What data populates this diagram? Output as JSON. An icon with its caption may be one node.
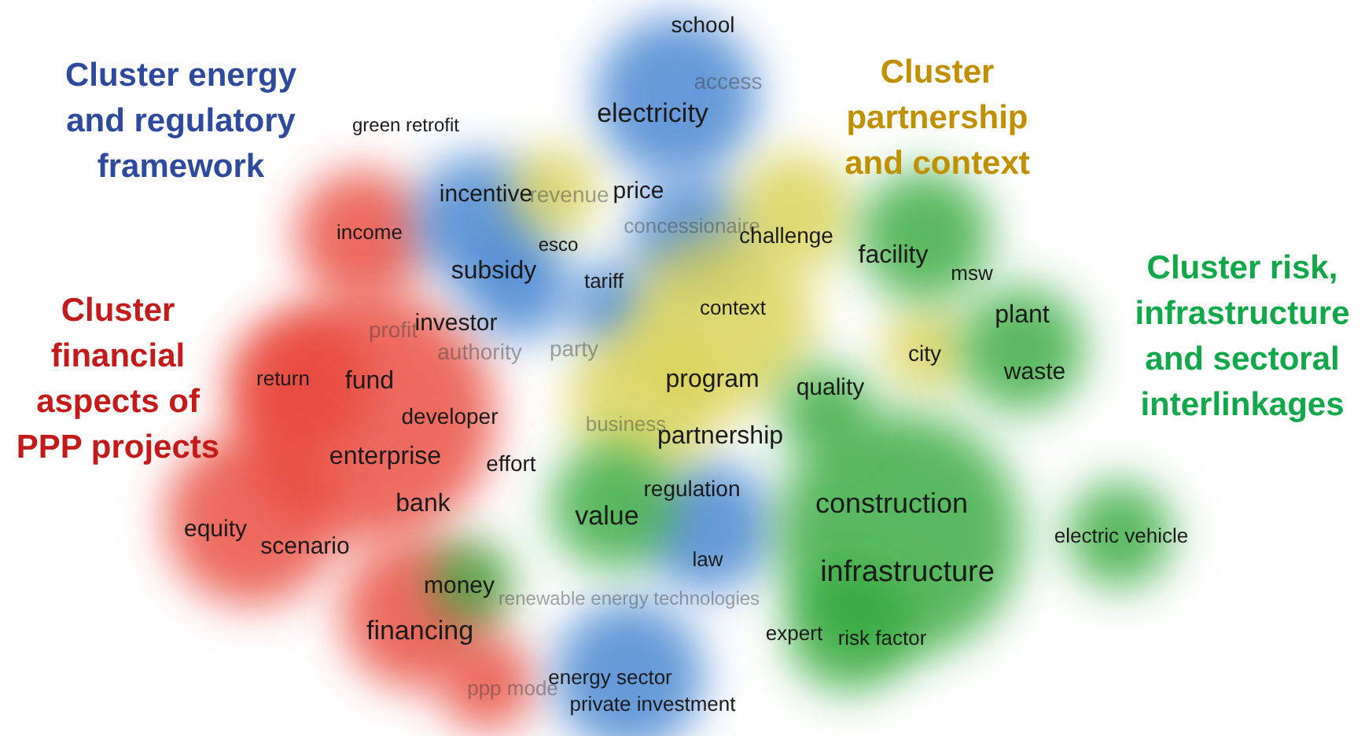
{
  "diagram": {
    "labels": [
      "Cluster energy and regulatory framework",
      "Cluster partnership and context",
      "school",
      "access",
      "electricity",
      "green retrofit",
      "Cluster financial aspects of PPP projects",
      "Cluster risk, infrastructure and sectoral interlinkages",
      "incentive",
      "revenue",
      "price",
      "income",
      "concessionaire",
      "challenge",
      "facility",
      "msw",
      "esco",
      "subsidy",
      "tariff",
      "plant",
      "context",
      "profit",
      "investor",
      "authority",
      "party",
      "city",
      "return",
      "fund",
      "program",
      "quality",
      "waste",
      "developer",
      "business",
      "partnership",
      "enterprise",
      "effort",
      "regulation",
      "bank",
      "value",
      "construction",
      "equity",
      "electric vehicle",
      "scenario",
      "law",
      "infrastructure",
      "money",
      "renewable energy technologies",
      "financing",
      "expert",
      "risk factor",
      "ppp mode",
      "energy sector",
      "private investment"
    ]
  }
}
